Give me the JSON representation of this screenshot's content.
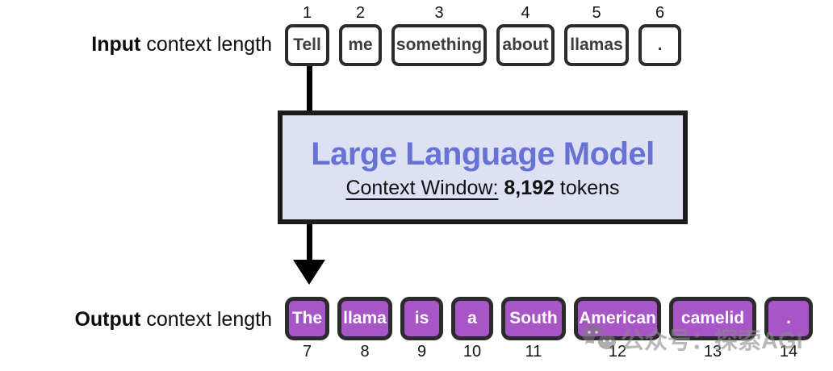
{
  "colors": {
    "accent": "#6672d4",
    "model-bg": "#dee0f3",
    "token-purple": "#a855c8"
  },
  "input_row": {
    "label_bold": "Input",
    "label_rest": " context length",
    "tokens": [
      {
        "num": "1",
        "text": "Tell"
      },
      {
        "num": "2",
        "text": "me"
      },
      {
        "num": "3",
        "text": "something"
      },
      {
        "num": "4",
        "text": "about"
      },
      {
        "num": "5",
        "text": "llamas"
      },
      {
        "num": "6",
        "text": "."
      }
    ]
  },
  "model_box": {
    "title": "Large Language Model",
    "subtitle_label": "Context Window:",
    "subtitle_value": "8,192",
    "subtitle_unit": "tokens"
  },
  "output_row": {
    "label_bold": "Output",
    "label_rest": " context length",
    "tokens": [
      {
        "num": "7",
        "text": "The"
      },
      {
        "num": "8",
        "text": "llama"
      },
      {
        "num": "9",
        "text": "is"
      },
      {
        "num": "10",
        "text": "a"
      },
      {
        "num": "11",
        "text": "South"
      },
      {
        "num": "12",
        "text": "American"
      },
      {
        "num": "13",
        "text": "camelid"
      },
      {
        "num": "14",
        "text": "."
      }
    ]
  },
  "watermark": {
    "text": "公众号：探索AGI"
  }
}
